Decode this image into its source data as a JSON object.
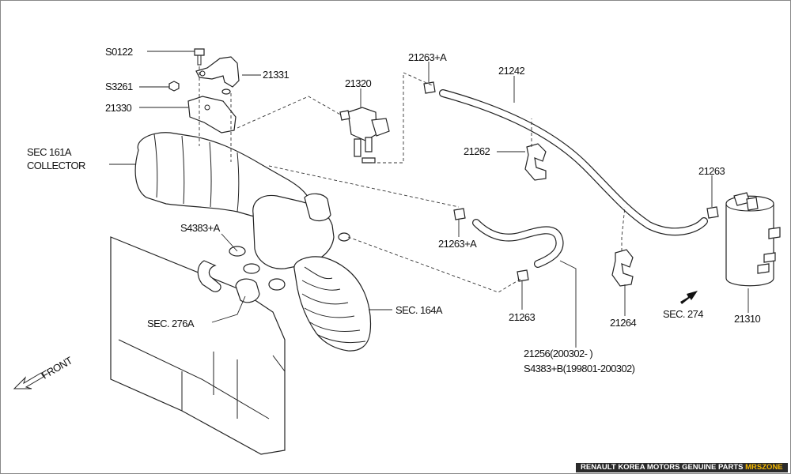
{
  "labels": {
    "S0122": "S0122",
    "21331": "21331",
    "S3261": "S3261",
    "21330": "21330",
    "SEC161A_1": "SEC 161A",
    "SEC161A_2": "COLLECTOR",
    "21320": "21320",
    "21263A_top": "21263+A",
    "21242": "21242",
    "21262": "21262",
    "21263_right": "21263",
    "S4383A": "S4383+A",
    "21263A_mid": "21263+A",
    "SEC276A": "SEC. 276A",
    "SEC164A": "SEC. 164A",
    "21263_mid": "21263",
    "21264": "21264",
    "SEC274": "SEC. 274",
    "21310": "21310",
    "21256_1": "21256(200302- )",
    "21256_2": "S4383+B(199801-200302)",
    "front": "FRONT"
  },
  "footer": {
    "text": "RENAULT KOREA MOTORS GENUINE PARTS",
    "brand": "MRSZONE"
  },
  "colors": {
    "line": "#222222",
    "footer_bg": "#2b2b2b",
    "brand": "#f5b800"
  }
}
